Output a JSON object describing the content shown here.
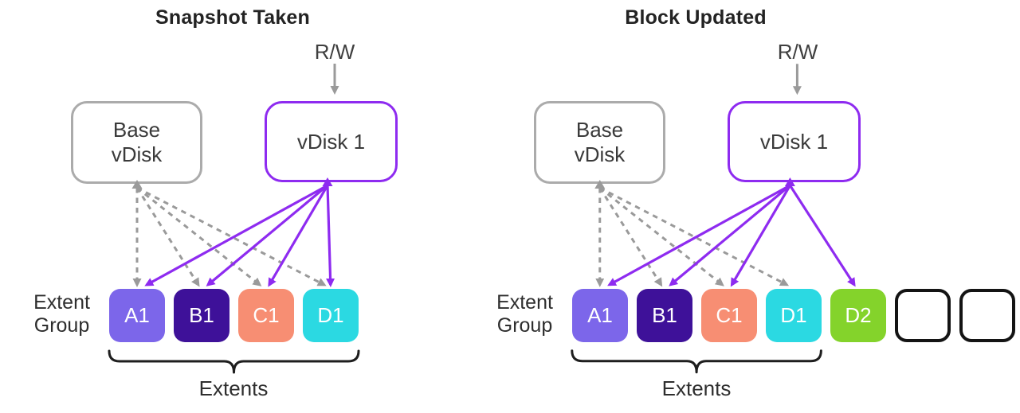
{
  "diagram": {
    "colors": {
      "accent_purple": "#8e2bf0",
      "connector_gray": "#9a9a9a",
      "node_border_gray": "#ababab",
      "brace_black": "#1e1e1e",
      "empty_slot_border": "#141414"
    },
    "panels": [
      {
        "title": "Snapshot Taken",
        "rw_label": "R/W",
        "base_vdisk_lines": [
          "Base",
          "vDisk"
        ],
        "vdisk1_label": "vDisk 1",
        "extent_group_lines": [
          "Extent",
          "Group"
        ],
        "extents_label": "Extents",
        "extents": [
          {
            "id": "A1",
            "label": "A1",
            "color": "#7c66ea"
          },
          {
            "id": "B1",
            "label": "B1",
            "color": "#3e1199"
          },
          {
            "id": "C1",
            "label": "C1",
            "color": "#f78e73"
          },
          {
            "id": "D1",
            "label": "D1",
            "color": "#2bd9e2"
          }
        ],
        "empty_slots": 0,
        "connections": [
          {
            "from": "base",
            "to": "A1",
            "style": "dashed"
          },
          {
            "from": "base",
            "to": "B1",
            "style": "dashed"
          },
          {
            "from": "base",
            "to": "C1",
            "style": "dashed"
          },
          {
            "from": "base",
            "to": "D1",
            "style": "dashed"
          },
          {
            "from": "vdisk1",
            "to": "A1",
            "style": "solid"
          },
          {
            "from": "vdisk1",
            "to": "B1",
            "style": "solid"
          },
          {
            "from": "vdisk1",
            "to": "C1",
            "style": "solid"
          },
          {
            "from": "vdisk1",
            "to": "D1",
            "style": "solid"
          }
        ]
      },
      {
        "title": "Block Updated",
        "rw_label": "R/W",
        "base_vdisk_lines": [
          "Base",
          "vDisk"
        ],
        "vdisk1_label": "vDisk 1",
        "extent_group_lines": [
          "Extent",
          "Group"
        ],
        "extents_label": "Extents",
        "extents": [
          {
            "id": "A1",
            "label": "A1",
            "color": "#7c66ea"
          },
          {
            "id": "B1",
            "label": "B1",
            "color": "#3e1199"
          },
          {
            "id": "C1",
            "label": "C1",
            "color": "#f78e73"
          },
          {
            "id": "D1",
            "label": "D1",
            "color": "#2bd9e2"
          },
          {
            "id": "D2",
            "label": "D2",
            "color": "#84d32b"
          }
        ],
        "empty_slots": 2,
        "connections": [
          {
            "from": "base",
            "to": "A1",
            "style": "dashed"
          },
          {
            "from": "base",
            "to": "B1",
            "style": "dashed"
          },
          {
            "from": "base",
            "to": "C1",
            "style": "dashed"
          },
          {
            "from": "base",
            "to": "D1",
            "style": "dashed"
          },
          {
            "from": "vdisk1",
            "to": "A1",
            "style": "solid"
          },
          {
            "from": "vdisk1",
            "to": "B1",
            "style": "solid"
          },
          {
            "from": "vdisk1",
            "to": "C1",
            "style": "solid"
          },
          {
            "from": "vdisk1",
            "to": "D2",
            "style": "solid"
          }
        ]
      }
    ]
  }
}
